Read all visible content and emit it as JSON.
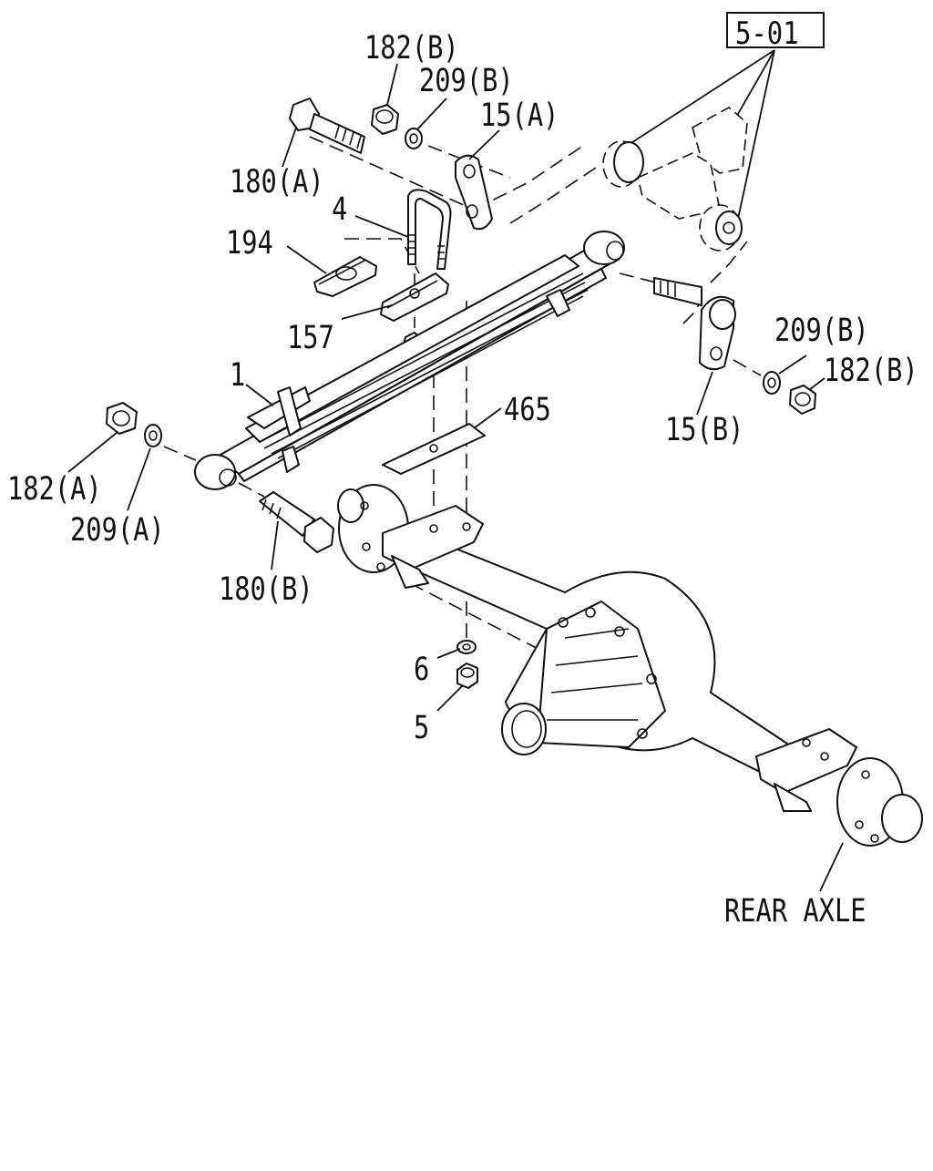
{
  "diagram": {
    "reference_box": "5-01",
    "labels": {
      "l182B_top": "182(B)",
      "l209B_top": "209(B)",
      "l15A": "15(A)",
      "l180A": "180(A)",
      "l4": "4",
      "l194": "194",
      "l157": "157",
      "l1": "1",
      "l465": "465",
      "l209B_right": "209(B)",
      "l182B_right": "182(B)",
      "l15B": "15(B)",
      "l182A": "182(A)",
      "l209A": "209(A)",
      "l180B": "180(B)",
      "l6": "6",
      "l5": "5",
      "rear_axle": "REAR AXLE"
    }
  }
}
